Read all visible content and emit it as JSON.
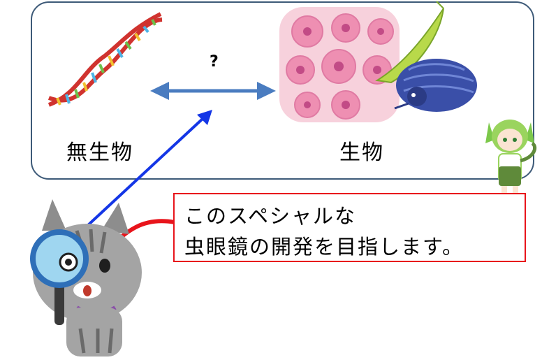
{
  "diagram": {
    "left_label": "無生物",
    "right_label": "生物",
    "question_mark": "?",
    "callout_line1": "このスペシャルな",
    "callout_line2": "虫眼鏡の開発を目指します。"
  },
  "colors": {
    "panel_border": "#3d5a78",
    "double_arrow": "#4a7cc0",
    "pointer_arrow": "#1436e6",
    "callout_border": "#e8141b"
  }
}
